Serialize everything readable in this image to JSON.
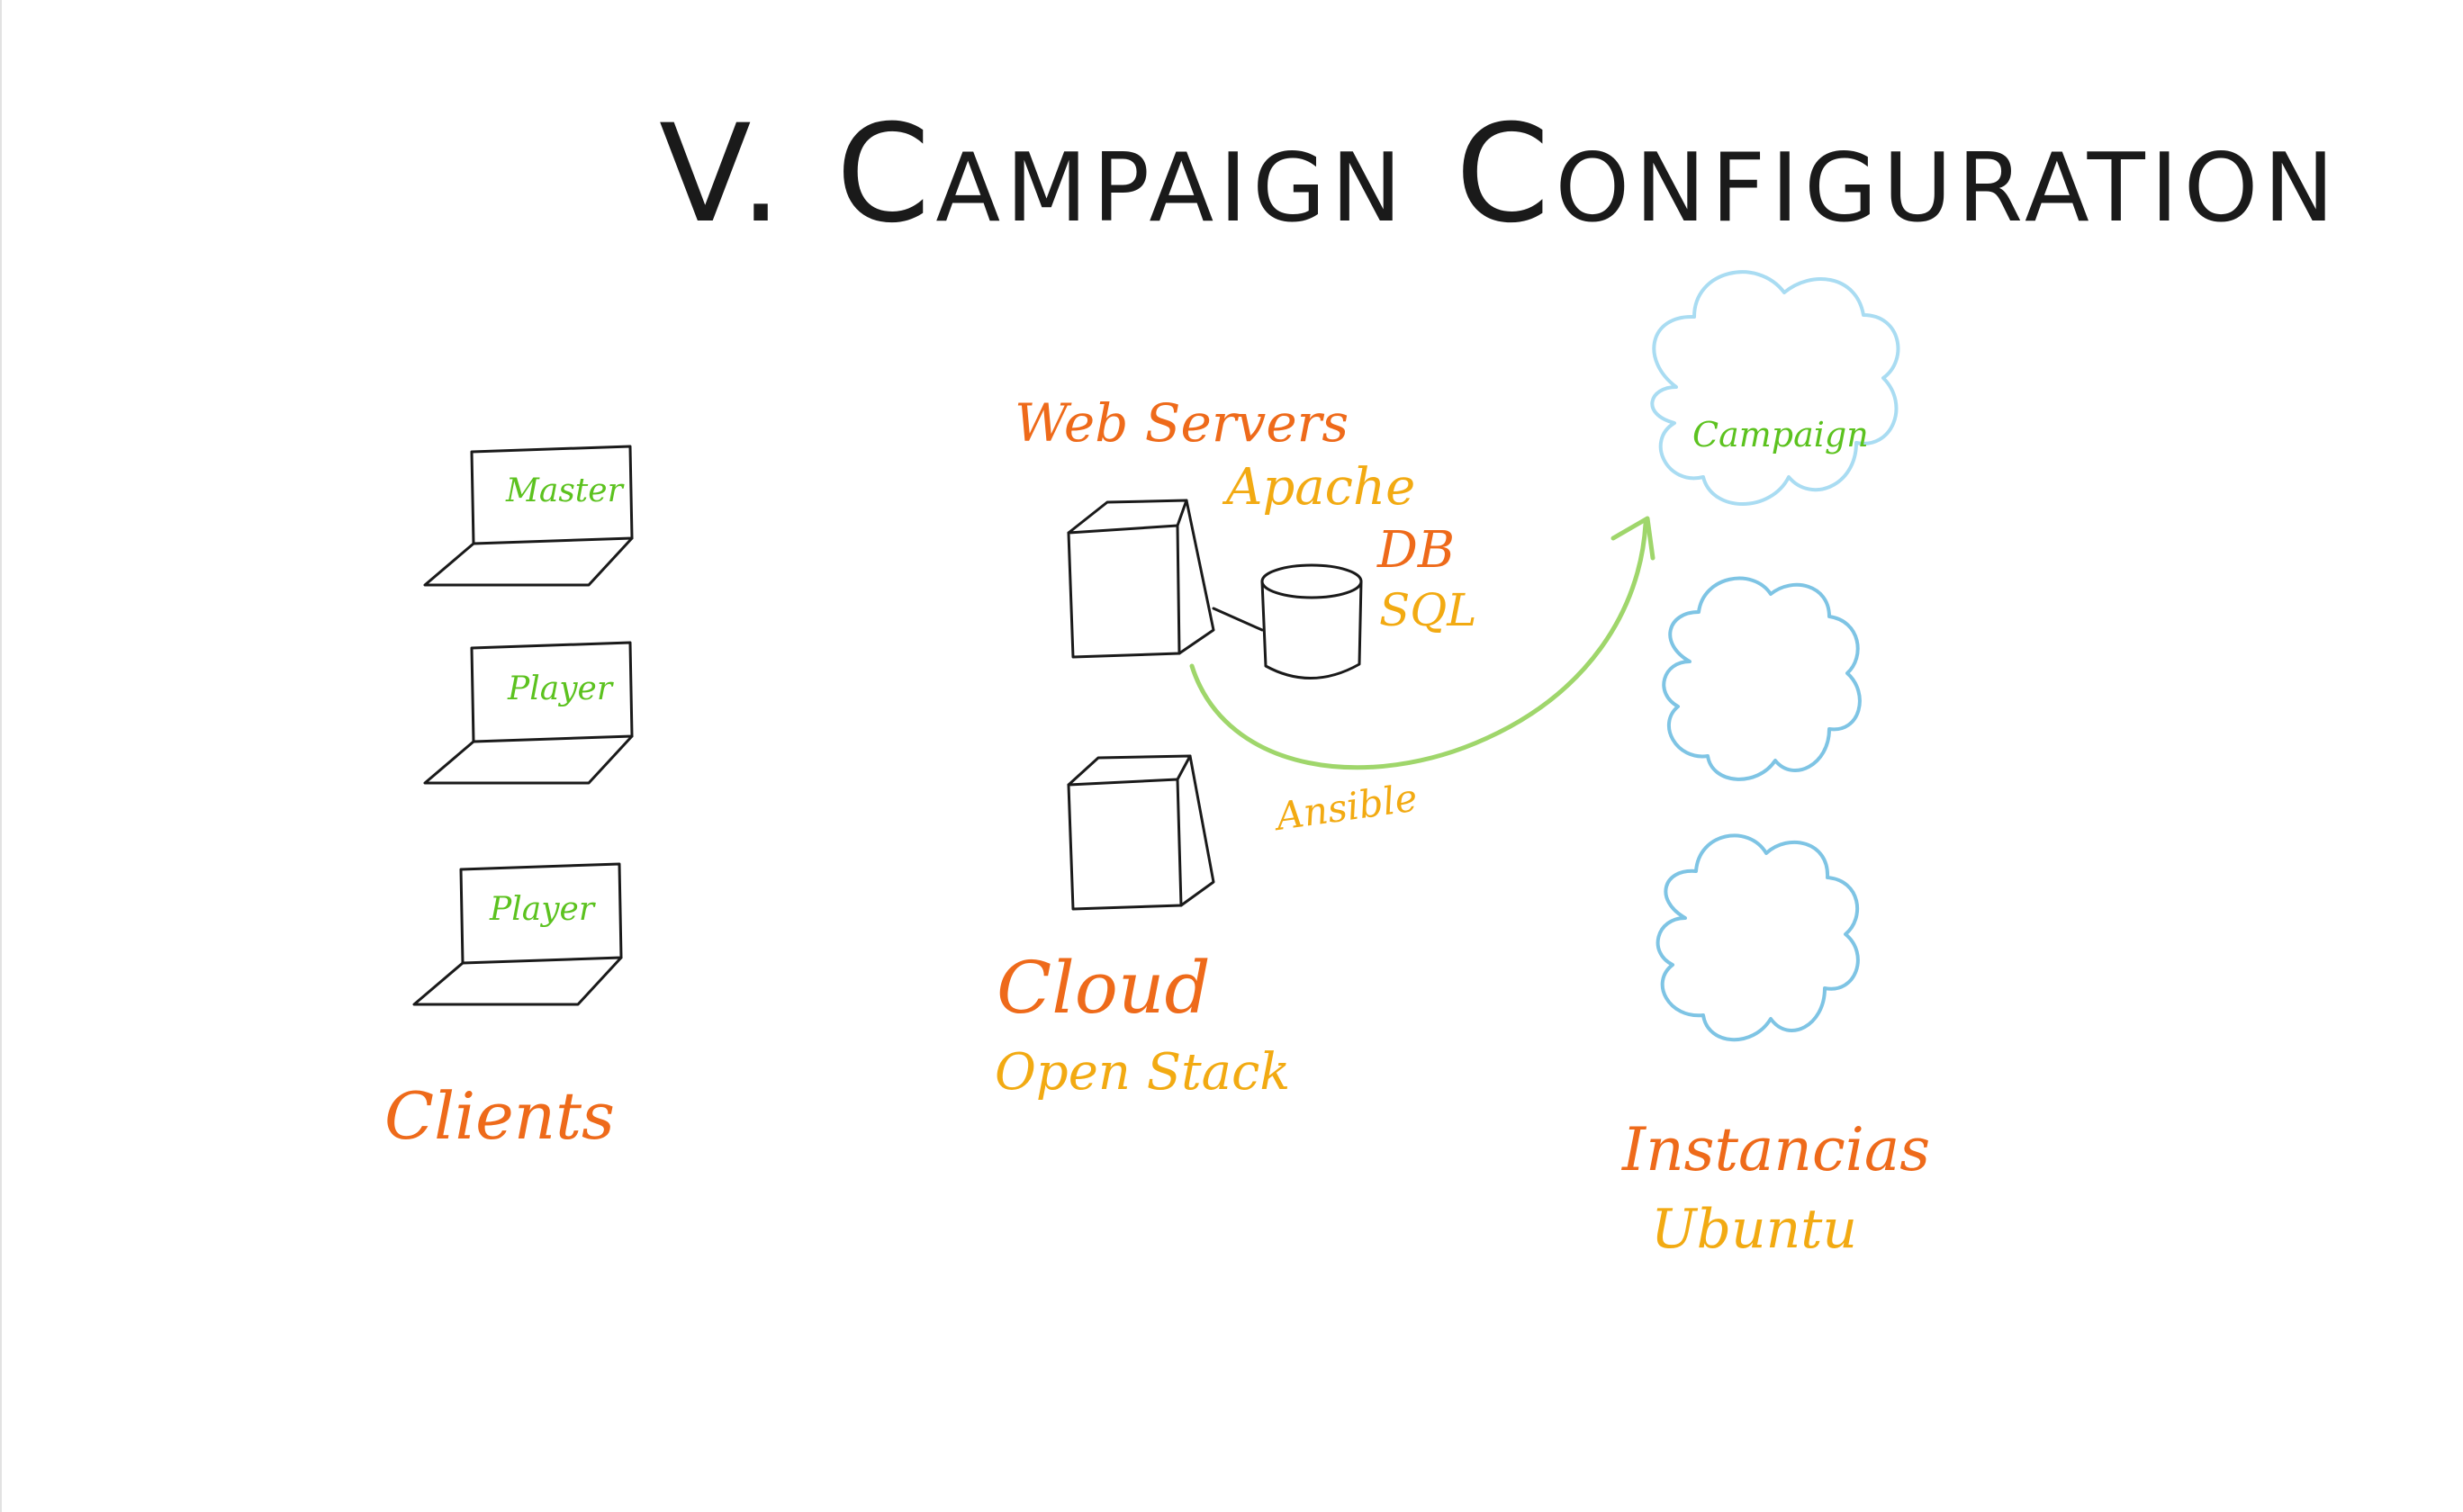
{
  "title": "V. Campaign Configuration",
  "colors": {
    "ink": "#1a1a1a",
    "orange": "#ee6a1a",
    "yellow": "#f2aa12",
    "green": "#5cc21f",
    "arrow": "#9fd66b",
    "cloud_light": "#a9dcf2",
    "cloud": "#7ec4e4"
  },
  "clients": {
    "label": "Clients",
    "laptops": [
      {
        "label": "Master"
      },
      {
        "label": "Player"
      },
      {
        "label": "Player"
      }
    ]
  },
  "cloud": {
    "label": "Cloud",
    "sublabel": "Open Stack",
    "web_servers_label": "Web Servers",
    "web_server_software": "Apache",
    "db_label": "DB",
    "db_software": "SQL",
    "ansible_label": "Ansible"
  },
  "instances": {
    "label": "Instancias",
    "sublabel": "Ubuntu",
    "clouds": [
      {
        "label": "Campaign"
      },
      {
        "label": ""
      },
      {
        "label": ""
      }
    ]
  }
}
